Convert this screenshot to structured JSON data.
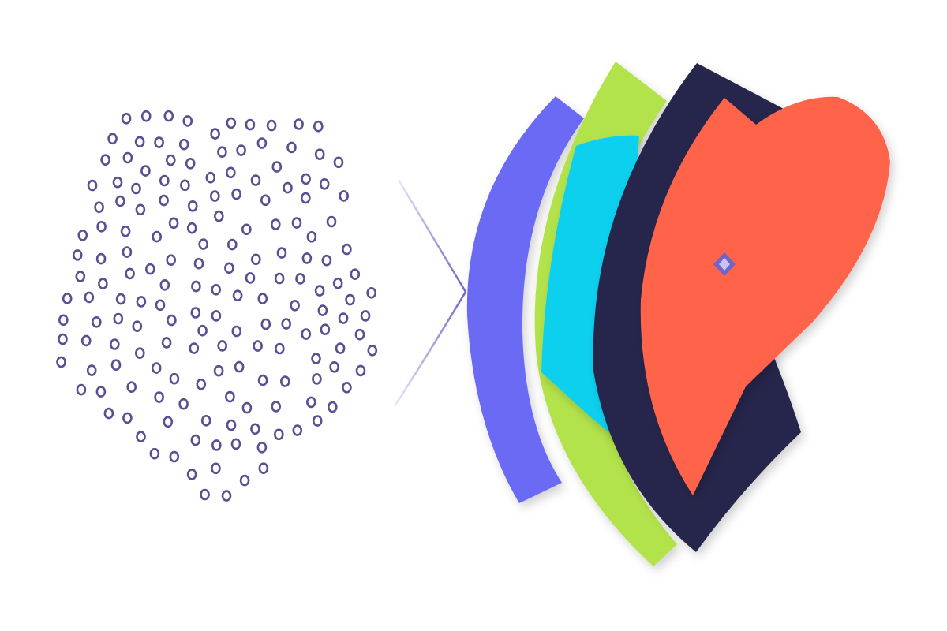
{
  "colors": {
    "background": "#ffffff",
    "ring": "#5a4f93",
    "ring_fill": "#ffffff",
    "funnel": "#7064c8",
    "layer_purple": "#6b6bf5",
    "layer_green": "#b3e34b",
    "layer_cyan": "#0fd0ef",
    "layer_navy": "#27284d",
    "heart": "#ff634a",
    "focus_marker": "#7064c8",
    "focus_marker_inner": "#c9c3f4"
  },
  "shapes": {
    "scatter": "ring-dots",
    "funnel": "chevron-lines",
    "stack": "layered-blades",
    "heart": "heart-blade",
    "marker": "diamond-marker"
  }
}
